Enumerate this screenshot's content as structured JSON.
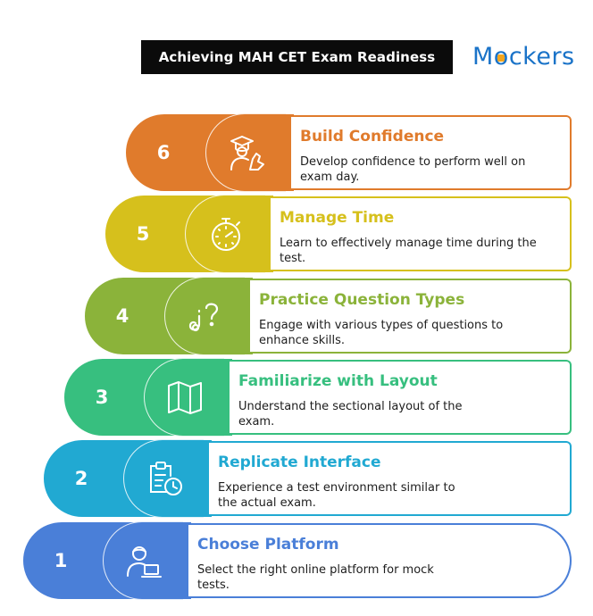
{
  "header": {
    "title": "Achieving MAH CET Exam Readiness"
  },
  "logo": {
    "text_before": "M",
    "text_o": "o",
    "text_after": "ckers"
  },
  "steps": [
    {
      "number": "6",
      "title": "Build Confidence",
      "description": "Develop confidence to perform well on exam day.",
      "color": "#e07b2c",
      "icon": "graduate-confidence-icon"
    },
    {
      "number": "5",
      "title": "Manage Time",
      "description": "Learn to effectively manage time during the test.",
      "color": "#d6c01c",
      "icon": "stopwatch-icon"
    },
    {
      "number": "4",
      "title": "Practice Question Types",
      "description": "Engage with various types of questions to enhance skills.",
      "color": "#8bb33a",
      "icon": "question-marks-icon"
    },
    {
      "number": "3",
      "title": "Familiarize with Layout",
      "description": "Understand the sectional layout of the exam.",
      "color": "#37bf7f",
      "icon": "map-icon"
    },
    {
      "number": "2",
      "title": "Replicate Interface",
      "description": "Experience a test environment similar to the actual exam.",
      "color": "#21a9d2",
      "icon": "clipboard-clock-icon"
    },
    {
      "number": "1",
      "title": "Choose Platform",
      "description": "Select the right online platform for mock tests.",
      "color": "#4a7fd8",
      "icon": "user-laptop-icon"
    }
  ]
}
